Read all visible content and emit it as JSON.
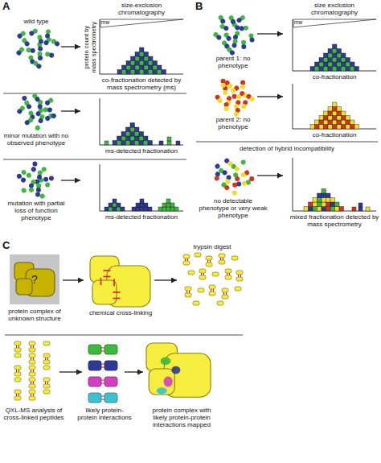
{
  "diagram": {
    "nodes": [
      {
        "text": [
          "?"
        ]
      }
    ],
    "labels": [
      "A",
      "wild type",
      "size-exclusion chromatography",
      "mw",
      "protein count by mass spectrometry",
      "co-fractionation detected by mass spectrometry (ms)",
      "minor mutation with no observed phenotype",
      "ms-detected fractionation",
      "mutation with partial loss of function phenotype",
      "ms-detected fractionation",
      "B",
      "size exclusion chromatography",
      "mw",
      "parent 1: no phenotype",
      "co-fractionation",
      "parent 2: no phenotype",
      "co-fractionation",
      "detection of hybrid incompatibility",
      "no detectable phenotype or very weak phenotype",
      "mixed fractionation detected by mass spectrometry",
      "C",
      "protein complex of unknown structure",
      "chemical cross-linking",
      "trypsin digest",
      "QXL-MS analysis of cross-linked peptides",
      "likely protein-protein interactions",
      "protein complex with likely protein-protein interactions mapped"
    ]
  }
}
